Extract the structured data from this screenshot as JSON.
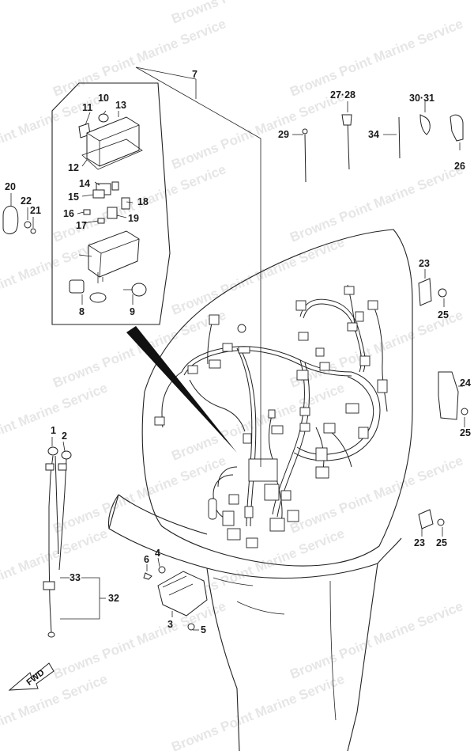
{
  "watermark": "Browns Point Marine Service",
  "fwd_label": "FWD",
  "callouts": {
    "p1": "1",
    "p2": "2",
    "p3": "3",
    "p4": "4",
    "p5": "5",
    "p6": "6",
    "p7": "7",
    "p8": "8",
    "p9": "9",
    "p10": "10",
    "p11": "11",
    "p12": "12",
    "p13": "13",
    "p14": "14",
    "p15": "15",
    "p16": "16",
    "p17": "17",
    "p18": "18",
    "p19": "19",
    "p20": "20",
    "p21": "21",
    "p22": "22",
    "p23a": "23",
    "p23b": "23",
    "p24": "24",
    "p25a": "25",
    "p25b": "25",
    "p25c": "25",
    "p26": "26",
    "p27_28": "27·28",
    "p29": "29",
    "p30_31": "30·31",
    "p32": "32",
    "p33": "33",
    "p34": "34"
  }
}
